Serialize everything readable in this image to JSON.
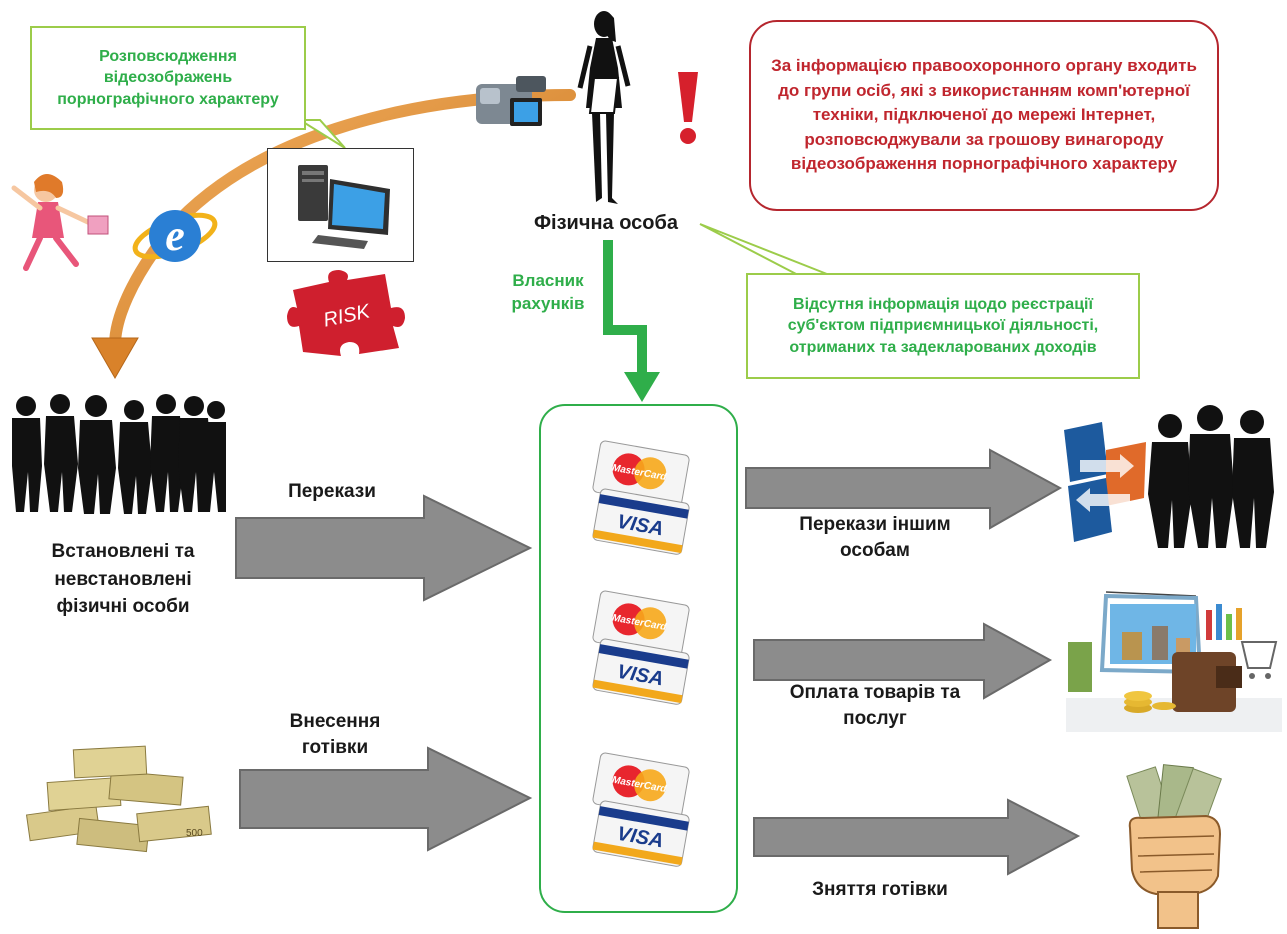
{
  "callouts": {
    "distribution": "Розповсюдження відеозображень порнографічного характеру",
    "law_enforcement": "За інформацією правоохоронного органу входить до групи осіб, які з використанням комп'ютерної техніки, підключеної до мережі Інтернет, розповсюджували за грошову винагороду відеозображення порнографічного характеру",
    "no_registration": "Відсутня інформація щодо реєстрації суб'єктом підприємницької діяльності, отриманих та задекларованих доходів"
  },
  "labels": {
    "individual": "Фізична особа",
    "account_owner": "Власник рахунків",
    "persons": "Встановлені та невстановлені фізичні особи",
    "transfers": "Перекази",
    "cash_deposit": "Внесення готівки",
    "transfers_others": "Перекази іншим особам",
    "payment": "Оплата товарів та послуг",
    "withdrawal": "Зняття готівки"
  },
  "icons": {
    "risk_text": "RISK",
    "card_brand_top": "MasterCard",
    "card_brand_bottom": "VISA",
    "banknote_value": "500"
  },
  "colors": {
    "green": "#2fae4a",
    "red": "#c0262e",
    "arrow_gray": "#8a8a8a",
    "orange_arc": "#e08a2a"
  }
}
